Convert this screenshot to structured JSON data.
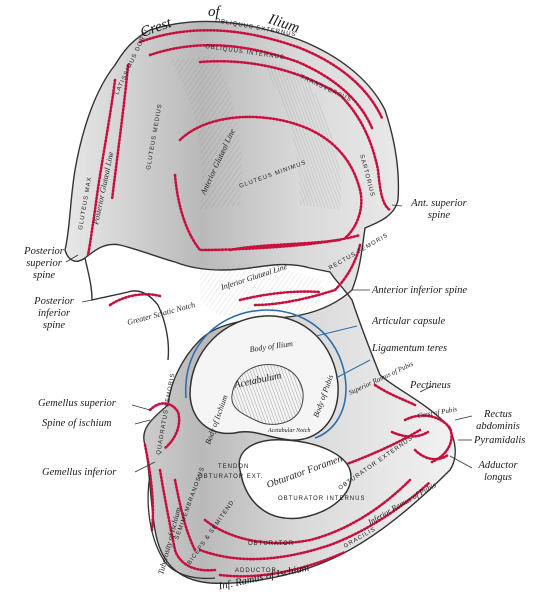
{
  "colors": {
    "muscle_line": "#c8103e",
    "capsule": "#2f6fa8",
    "ink": "#222222",
    "shade": "#9a9a9a"
  },
  "labels": {
    "crest_of": "Crest",
    "of": "of",
    "ilium": "Ilium",
    "ant_superior_spine": "Ant. superior\nspine",
    "posterior_superior_spine": "Posterior\nsuperior\nspine",
    "posterior_inferior_spine": "Posterior\ninferior\nspine",
    "anterior_inferior_spine": "Anterior inferior spine",
    "articular_capsule": "Articular capsule",
    "ligamentum_teres": "Ligamentum teres",
    "pectineus": "Pectineus",
    "rectus_abdominis": "Rectus\nabdominis",
    "pyramidalis": "Pyramidalis",
    "adductor_longus": "Adductor\nlongus",
    "gemellus_superior": "Gemellus superior",
    "spine_of_ischium": "Spine of ischium",
    "gemellus_inferior": "Gemellus inferior",
    "inf_ramus_ischium": "Inf. Ramus of Ischium"
  },
  "inner_labels": {
    "gluteus_medius": "GLUTEUS MEDIUS",
    "gluteus_minimus": "GLUTEUS MINIMUS",
    "obliquus_internus": "OBLIQUUS INTERNUS",
    "obliquus_externus": "OBLIQUUS EXTERNUS",
    "latissimus_dorsi": "LATISSIMUS DORSI",
    "gluteus_maximus": "GLUTEUS MAX",
    "anterior_gluteal_line": "Anterior Glutæal Line",
    "posterior_gluteal_line": "Posterior Glutæal Line",
    "inferior_gluteal_line": "Inferior Glutæal Line",
    "greater_sciatic_notch": "Greater Sciatic Notch",
    "body_of_ilium": "Body of Ilium",
    "acetabulum": "Acetabulum",
    "body_of_ischium": "Body of Ischium",
    "body_of_pubis": "Body of Pubis",
    "superior_ramus_pubis": "Superior Ramus of Pubis",
    "crest_of_pubis": "Crest of Pubis",
    "acetabular_notch": "Acetabular Notch",
    "obturator_foramen": "Obturator Foramen",
    "obturator_internus": "OBTURATOR INTERNUS",
    "obturator_externus": "OBTURATOR EXTERNUS",
    "obturator": "OBTURATOR",
    "adductor": "ADDUCTOR",
    "inferior_ramus_pubis": "Inferior Ramus of Pubis",
    "tuberosity_of_ischium": "Tuberosity of Ischium",
    "quadratus_femoris": "QUADRATUS FEMORIS",
    "semimembranosus": "SEMIMEMBRANOSUS",
    "biceps_semitendinosus": "BICEPS & SEMITEND.",
    "rectus_femoris": "RECTUS FEMORIS",
    "sartorius": "SARTORIUS",
    "transversus": "TRANSVERSUS",
    "gracilis": "GRACILIS",
    "obturator_ext": "OBTURATOR EXT.",
    "tendon": "TENDON"
  }
}
